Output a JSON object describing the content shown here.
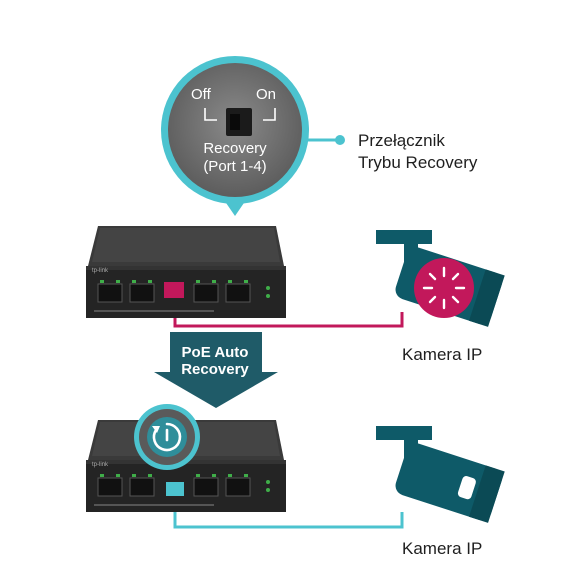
{
  "recovery_switch": {
    "off_label": "Off",
    "on_label": "On",
    "title_line1": "Recovery",
    "title_line2": "(Port 1-4)"
  },
  "callout": {
    "line1": "Przełącznik",
    "line2": "Trybu Recovery"
  },
  "arrow": {
    "line1": "PoE Auto",
    "line2": "Recovery"
  },
  "camera_top": {
    "label": "Kamera IP"
  },
  "camera_bottom": {
    "label": "Kamera IP"
  },
  "switch_top": {
    "brand": "tp-link"
  },
  "switch_bottom": {
    "brand": "tp-link"
  },
  "colors": {
    "teal": "#4cc3cf",
    "magenta": "#c2185b",
    "camera_dark": "#0e5a68",
    "arrow": "#1f5b68"
  }
}
